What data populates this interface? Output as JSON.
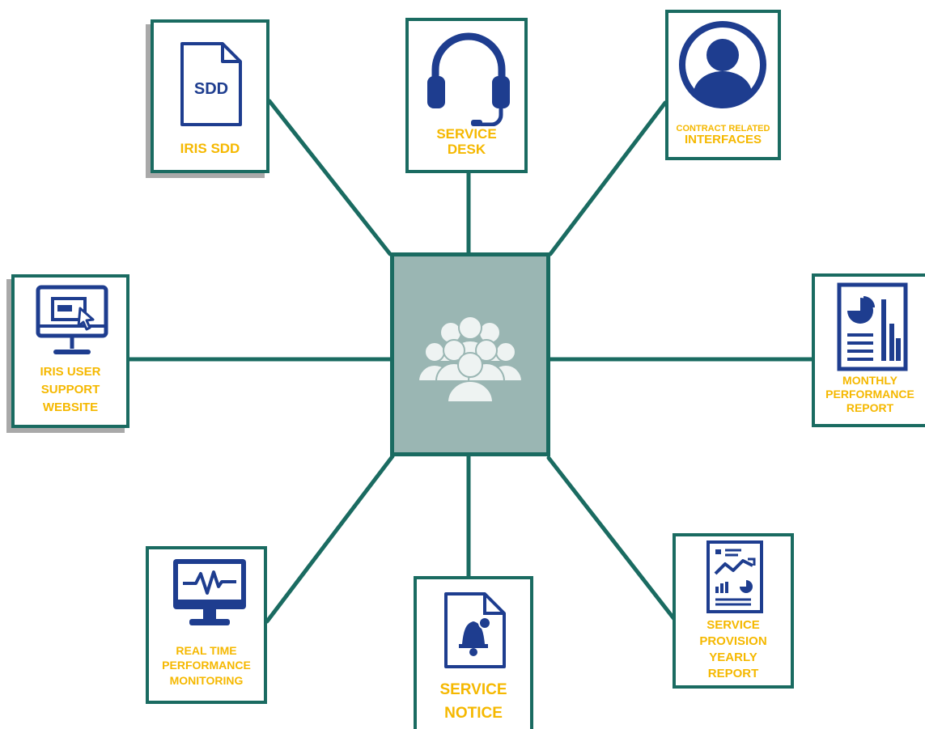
{
  "hub": {
    "icon": "people-group-icon"
  },
  "nodes": {
    "iris_sdd": {
      "icon": "sdd-document-icon",
      "icon_text": "SDD",
      "lines": [
        "IRIS SDD"
      ]
    },
    "service_desk": {
      "icon": "headset-icon",
      "lines": [
        "SERVICE",
        "DESK"
      ]
    },
    "contract": {
      "icon": "user-circle-icon",
      "lines": [
        "CONTRACT RELATED",
        "INTERFACES"
      ]
    },
    "user_website": {
      "icon": "monitor-cursor-icon",
      "lines": [
        "IRIS USER",
        "SUPPORT",
        "WEBSITE"
      ]
    },
    "monthly": {
      "icon": "report-chart-icon",
      "lines": [
        "MONTHLY",
        "PERFORMANCE",
        "REPORT"
      ]
    },
    "realtime": {
      "icon": "pulse-monitor-icon",
      "lines": [
        "REAL TIME",
        "PERFORMANCE",
        "MONITORING"
      ]
    },
    "notice": {
      "icon": "bell-document-icon",
      "lines": [
        "SERVICE",
        "NOTICE"
      ]
    },
    "yearly": {
      "icon": "analytics-document-icon",
      "lines": [
        "SERVICE",
        "PROVISION",
        "YEARLY",
        "REPORT"
      ]
    }
  },
  "colors": {
    "connector": "#1a6b61",
    "label": "#f5b800",
    "icon": "#1e3d8f",
    "hub_fill": "#9ab6b3"
  }
}
